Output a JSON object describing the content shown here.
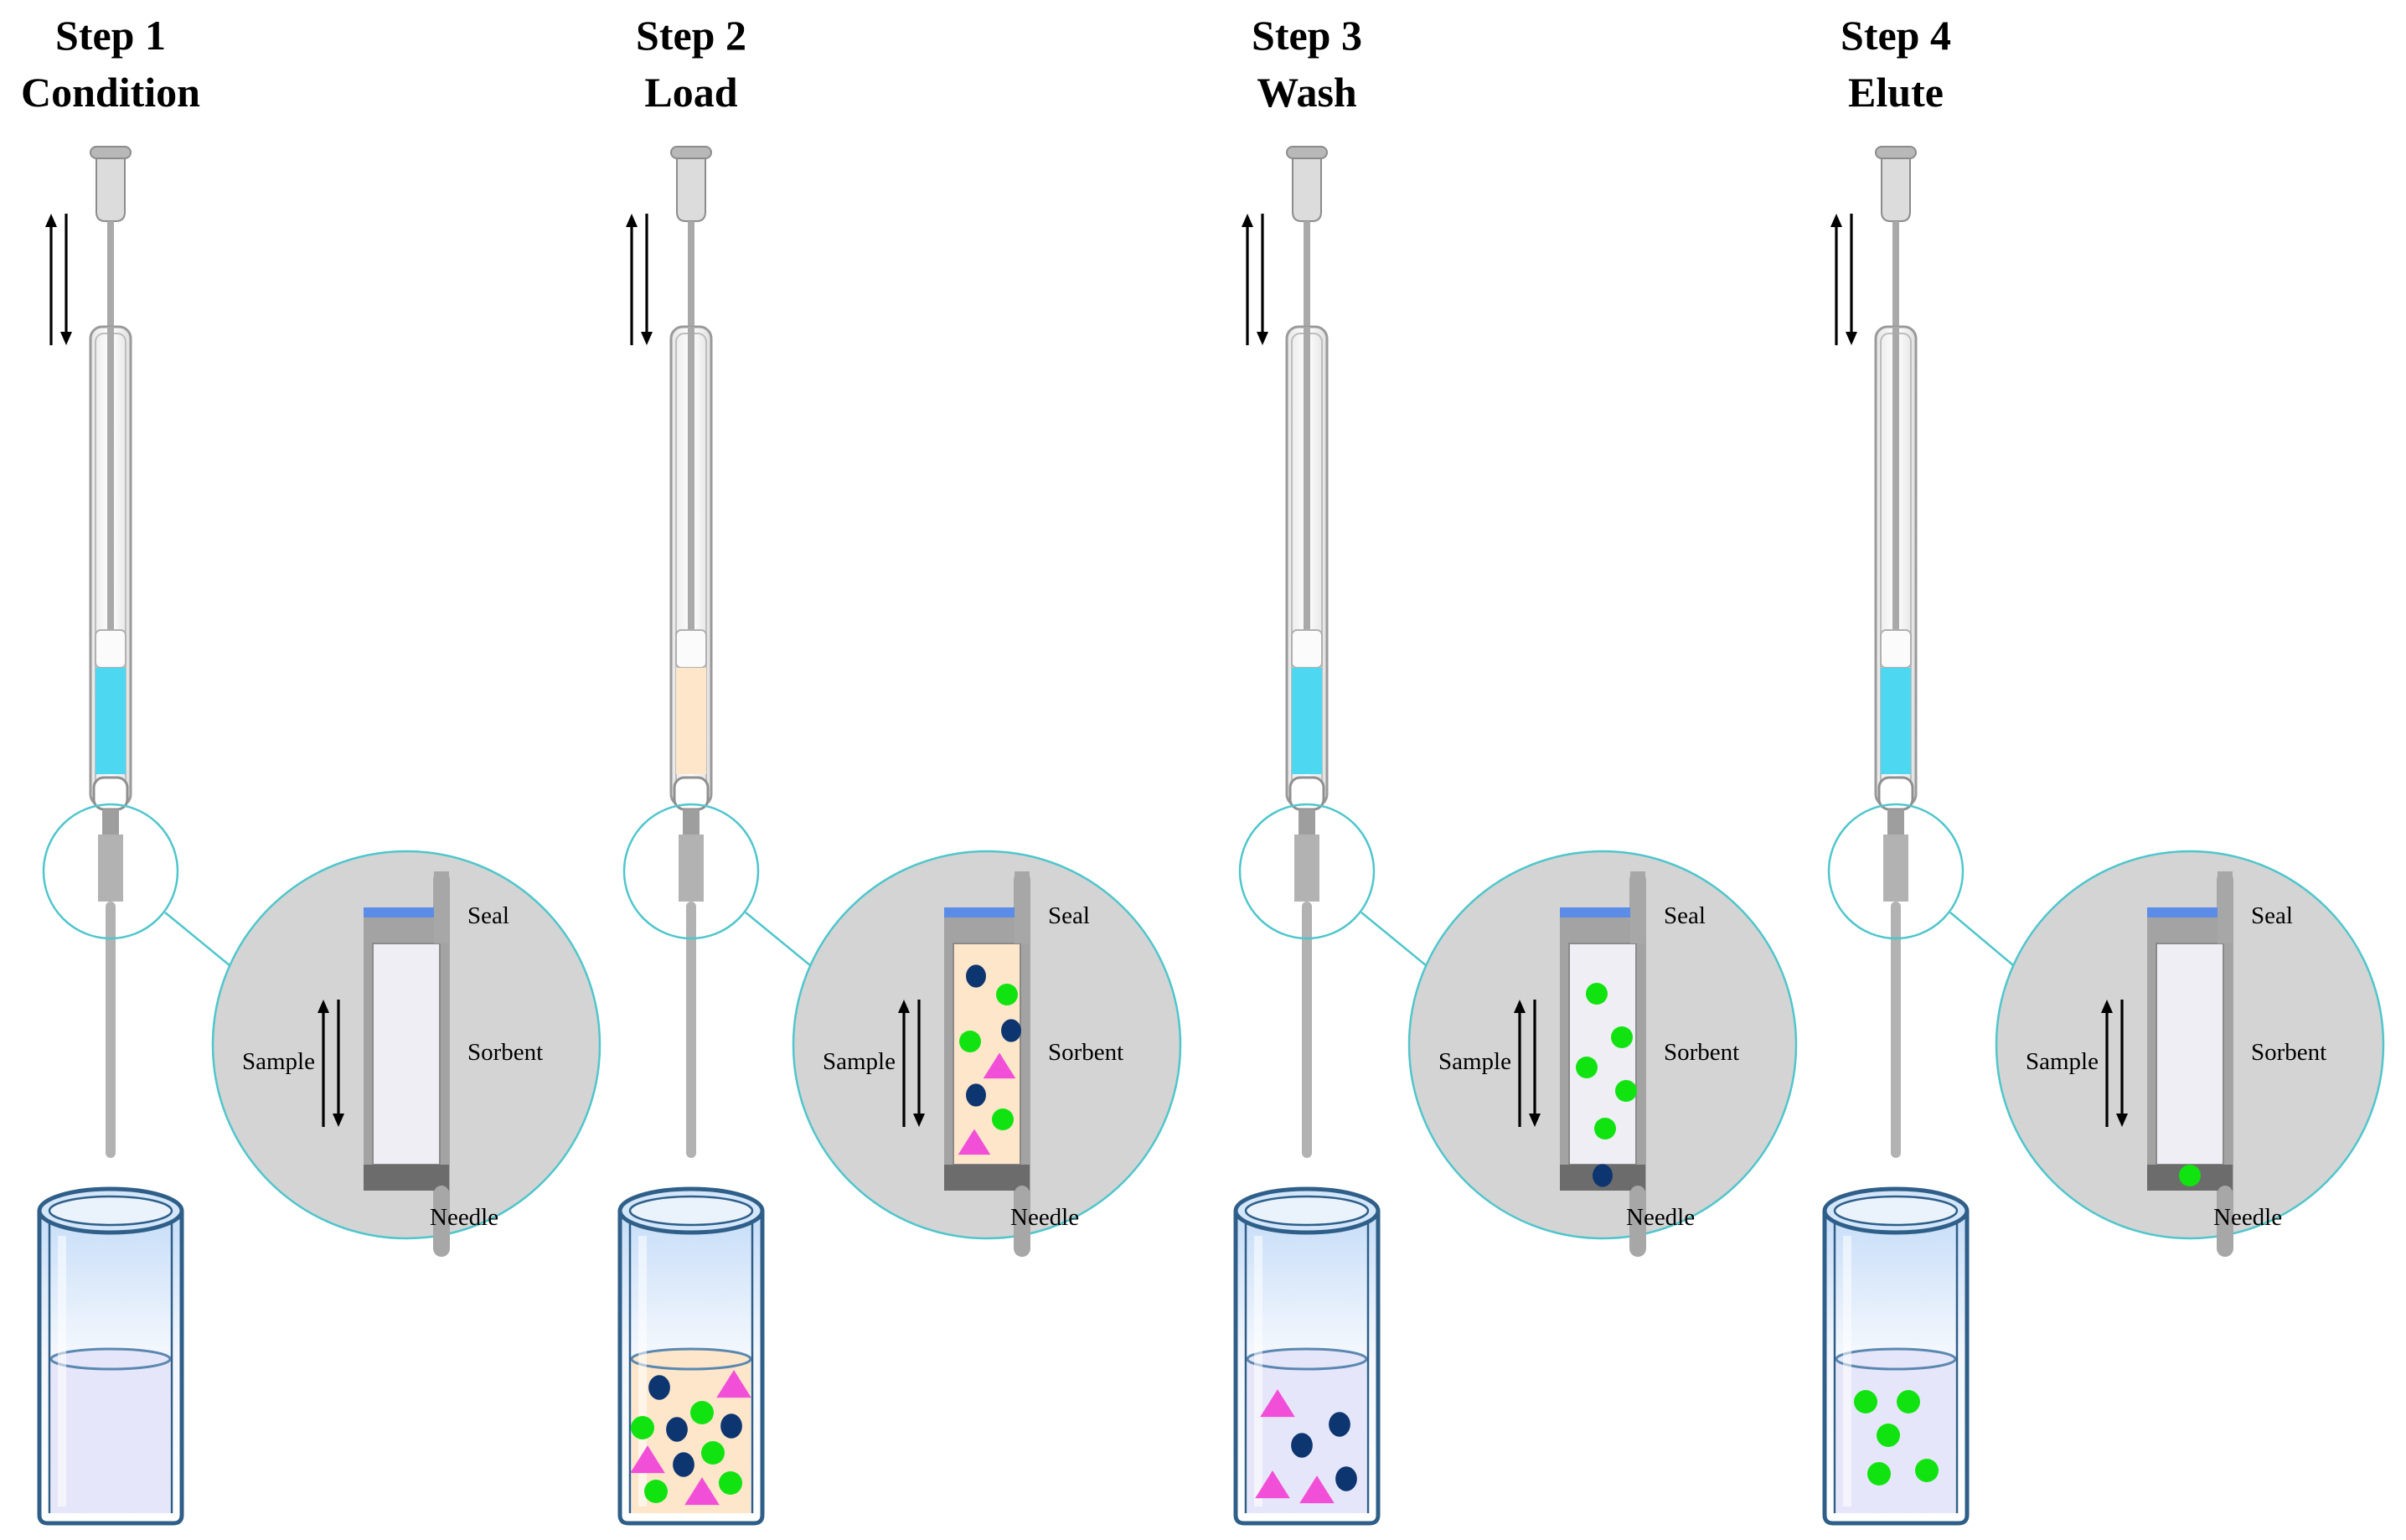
{
  "steps": [
    {
      "step_label": "Step 1",
      "action": "Condition",
      "syringe_liquid": "#4dd7f0",
      "vial_liquid": "#e6e6fb",
      "vial_particles": [],
      "sorbent_fill": "#eeeef4",
      "sorbent_particles": [],
      "needle_particles": []
    },
    {
      "step_label": "Step 2",
      "action": "Load",
      "syringe_liquid": "#fde6ca",
      "vial_liquid": "#fde6ca",
      "vial_particles": [
        {
          "kind": "navy-dot"
        },
        {
          "kind": "pink-triangle"
        },
        {
          "kind": "green-dot"
        },
        {
          "kind": "navy-dot"
        },
        {
          "kind": "green-dot"
        },
        {
          "kind": "navy-dot"
        },
        {
          "kind": "pink-triangle"
        },
        {
          "kind": "navy-dot"
        },
        {
          "kind": "green-dot"
        },
        {
          "kind": "green-dot"
        },
        {
          "kind": "pink-triangle"
        },
        {
          "kind": "green-dot"
        }
      ],
      "sorbent_fill": "#fde6ca",
      "sorbent_particles": [
        {
          "kind": "navy-dot"
        },
        {
          "kind": "green-dot"
        },
        {
          "kind": "navy-dot"
        },
        {
          "kind": "green-dot"
        },
        {
          "kind": "pink-triangle"
        },
        {
          "kind": "navy-dot"
        },
        {
          "kind": "green-dot"
        },
        {
          "kind": "pink-triangle"
        }
      ],
      "needle_particles": []
    },
    {
      "step_label": "Step 3",
      "action": "Wash",
      "syringe_liquid": "#4dd7f0",
      "vial_liquid": "#e6e6fb",
      "vial_particles": [
        {
          "kind": "pink-triangle"
        },
        {
          "kind": "navy-dot"
        },
        {
          "kind": "navy-dot"
        },
        {
          "kind": "pink-triangle"
        },
        {
          "kind": "pink-triangle"
        },
        {
          "kind": "navy-dot"
        }
      ],
      "sorbent_fill": "#eeeef4",
      "sorbent_particles": [
        {
          "kind": "green-dot"
        },
        {
          "kind": "green-dot"
        },
        {
          "kind": "green-dot"
        },
        {
          "kind": "green-dot"
        },
        {
          "kind": "green-dot"
        }
      ],
      "needle_particles": [
        {
          "kind": "navy-dot"
        }
      ]
    },
    {
      "step_label": "Step 4",
      "action": "Elute",
      "syringe_liquid": "#4dd7f0",
      "vial_liquid": "#e6e6fb",
      "vial_particles": [
        {
          "kind": "green-dot"
        },
        {
          "kind": "green-dot"
        },
        {
          "kind": "green-dot"
        },
        {
          "kind": "green-dot"
        },
        {
          "kind": "green-dot"
        }
      ],
      "sorbent_fill": "#eeeef4",
      "sorbent_particles": [],
      "needle_particles": [
        {
          "kind": "green-dot"
        }
      ]
    }
  ],
  "labels": {
    "seal": "Seal",
    "sorbent": "Sorbent",
    "sample": "Sample",
    "needle": "Needle"
  },
  "colors": {
    "navy_dot": "#0d3570",
    "green_dot": "#11e311",
    "pink_triangle": "#f24fd8",
    "seal_blue": "#5b8de8",
    "callout_teal": "#4fc6cc",
    "callout_fill": "#d4d4d4",
    "vial_outline": "#2f5f88"
  }
}
